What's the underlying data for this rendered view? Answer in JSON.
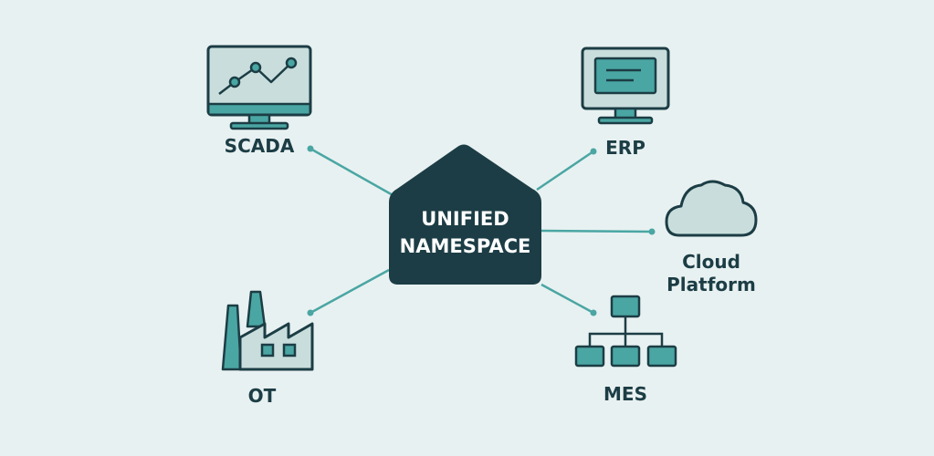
{
  "hub": {
    "line1": "UNIFIED",
    "line2": "NAMESPACE"
  },
  "nodes": {
    "scada": {
      "label": "SCADA",
      "icon": "monitor-chart-icon"
    },
    "erp": {
      "label": "ERP",
      "icon": "monitor-window-icon"
    },
    "cloud": {
      "label_line1": "Cloud",
      "label_line2": "Platform",
      "icon": "cloud-icon"
    },
    "ot": {
      "label": "OT",
      "icon": "factory-icon"
    },
    "mes": {
      "label": "MES",
      "icon": "hierarchy-icon"
    }
  },
  "colors": {
    "background": "#e8f1f1",
    "hub": "#1c3d45",
    "accent": "#4aa6a3",
    "light_fill": "#c9dedc",
    "outline": "#1c3d45",
    "connector": "#4aa6a3"
  }
}
